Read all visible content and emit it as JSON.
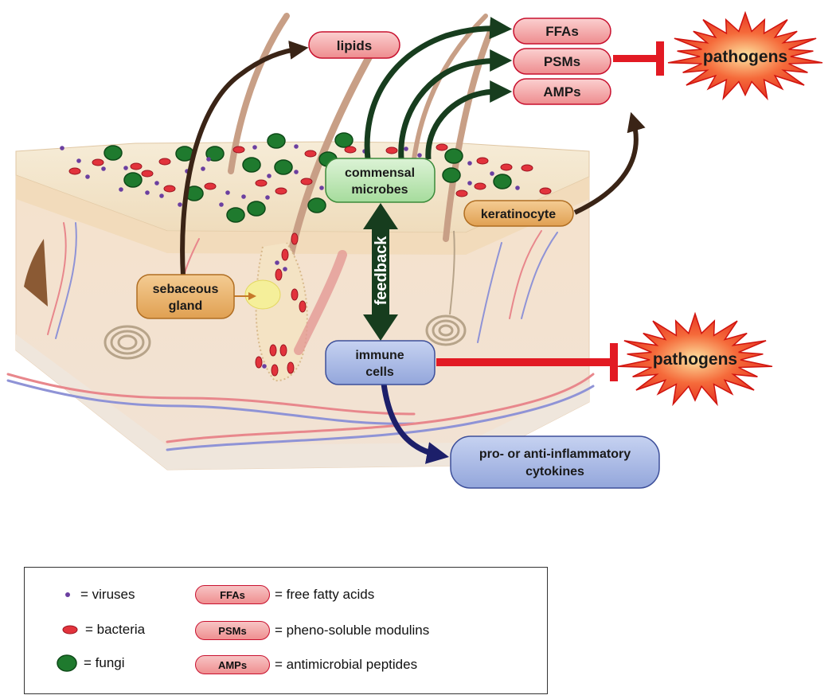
{
  "labels": {
    "lipids": "lipids",
    "ffas": "FFAs",
    "psms": "PSMs",
    "amps": "AMPs",
    "pathogens_top": "pathogens",
    "pathogens_bottom": "pathogens",
    "commensal_line1": "commensal",
    "commensal_line2": "microbes",
    "keratinocyte": "keratinocyte",
    "sebaceous_line1": "sebaceous",
    "sebaceous_line2": "gland",
    "feedback": "feedback",
    "immune_line1": "immune",
    "immune_line2": "cells",
    "cytokines_line1": "pro- or anti-inflammatory",
    "cytokines_line2": "cytokines"
  },
  "legend": {
    "viruses": "= viruses",
    "bacteria": "= bacteria",
    "fungi": "= fungi",
    "ffas_abbr": "FFAs",
    "ffas_def": "= free fatty acids",
    "psms_abbr": "PSMs",
    "psms_def": "= pheno-soluble modulins",
    "amps_abbr": "AMPs",
    "amps_def": "= antimicrobial peptides"
  },
  "colors": {
    "red_pill_fill": "#f2a3a5",
    "red_pill_border": "#c8102e",
    "green_box": "#b9e3b3",
    "orange_box": "#e9b06a",
    "blue_box": "#a9b9e3",
    "dark_green_arrow": "#173d1e",
    "brown_arrow": "#3a2416",
    "navy_arrow": "#1c1f6a",
    "inhibit_red": "#e21a23",
    "pathogen_fill": "#f03a22"
  }
}
